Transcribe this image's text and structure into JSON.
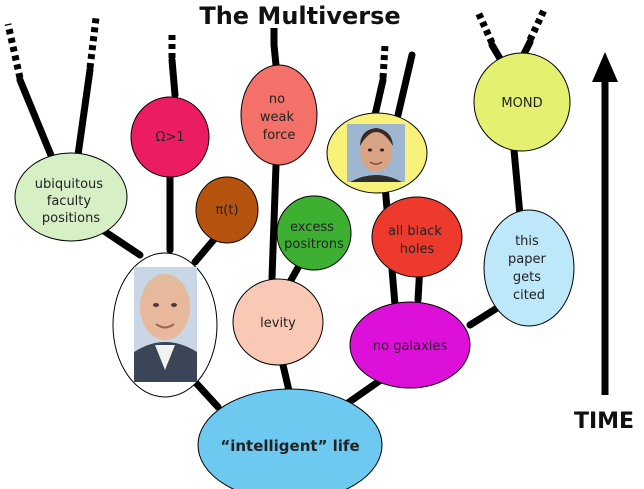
{
  "title": "The Multiverse",
  "time_label": "TIME",
  "nodes": {
    "root": {
      "label": "“intelligent”  life",
      "color": "#6EC9F0"
    },
    "ubiquitous": {
      "lines": [
        "ubiquitous",
        "faculty",
        "positions"
      ],
      "color": "#D6EFC5"
    },
    "photo_left": {
      "image": "portrait photo of a man"
    },
    "omega": {
      "label": "Ω>1",
      "color": "#EC1C63"
    },
    "pi_t": {
      "label": "π(t)",
      "color": "#B5530F"
    },
    "no_weak": {
      "lines": [
        "no",
        "weak",
        "force"
      ],
      "color": "#F4716A"
    },
    "excess": {
      "lines": [
        "excess",
        "positrons"
      ],
      "color": "#3DB031"
    },
    "levity": {
      "label": "levity",
      "color": "#F9C9B5"
    },
    "photo_right": {
      "image": "portrait photo of a man",
      "color": "#F8F27A"
    },
    "black_holes": {
      "lines": [
        "all black",
        "holes"
      ],
      "color": "#EE3A2C"
    },
    "no_galaxies": {
      "label": "no galaxies",
      "color": "#DD10D9"
    },
    "mond": {
      "label": "MOND",
      "color": "#E4F170"
    },
    "paper": {
      "lines": [
        "this",
        "paper",
        "gets",
        "cited"
      ],
      "color": "#BDE8F9"
    }
  }
}
